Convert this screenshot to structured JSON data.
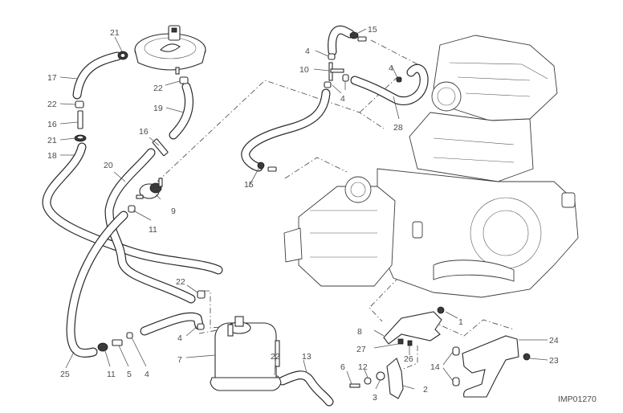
{
  "diagram": {
    "image_code": "IMP01270",
    "callouts": [
      {
        "id": "c21a",
        "label": "21"
      },
      {
        "id": "c17",
        "label": "17"
      },
      {
        "id": "c22a",
        "label": "22"
      },
      {
        "id": "c16a",
        "label": "16"
      },
      {
        "id": "c21b",
        "label": "21"
      },
      {
        "id": "c18",
        "label": "18"
      },
      {
        "id": "c22b",
        "label": "22"
      },
      {
        "id": "c19",
        "label": "19"
      },
      {
        "id": "c16b",
        "label": "16"
      },
      {
        "id": "c20",
        "label": "20"
      },
      {
        "id": "c9",
        "label": "9"
      },
      {
        "id": "c11a",
        "label": "11"
      },
      {
        "id": "c22c",
        "label": "22"
      },
      {
        "id": "c4a",
        "label": "4"
      },
      {
        "id": "c7",
        "label": "7"
      },
      {
        "id": "c25",
        "label": "25"
      },
      {
        "id": "c11b",
        "label": "11"
      },
      {
        "id": "c5",
        "label": "5"
      },
      {
        "id": "c4b",
        "label": "4"
      },
      {
        "id": "c22d",
        "label": "22"
      },
      {
        "id": "c13",
        "label": "13"
      },
      {
        "id": "c15a",
        "label": "15"
      },
      {
        "id": "c4c",
        "label": "4"
      },
      {
        "id": "c10",
        "label": "10"
      },
      {
        "id": "c4d",
        "label": "4"
      },
      {
        "id": "c4e",
        "label": "4"
      },
      {
        "id": "c28",
        "label": "28"
      },
      {
        "id": "c15b",
        "label": "15"
      },
      {
        "id": "c1",
        "label": "1"
      },
      {
        "id": "c8",
        "label": "8"
      },
      {
        "id": "c27",
        "label": "27"
      },
      {
        "id": "c26",
        "label": "26"
      },
      {
        "id": "c6",
        "label": "6"
      },
      {
        "id": "c12",
        "label": "12"
      },
      {
        "id": "c3",
        "label": "3"
      },
      {
        "id": "c2",
        "label": "2"
      },
      {
        "id": "c14",
        "label": "14"
      },
      {
        "id": "c24",
        "label": "24"
      },
      {
        "id": "c23",
        "label": "23"
      }
    ]
  }
}
